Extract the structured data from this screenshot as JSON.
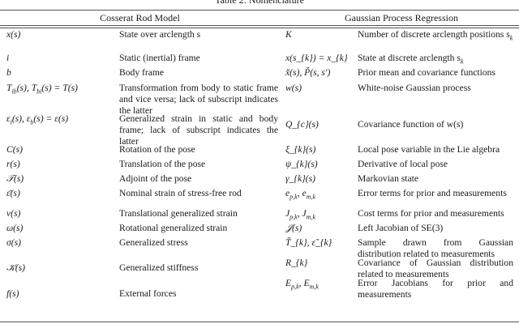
{
  "caption": "Table 2: Nomenclature",
  "headers": {
    "left": "Cosserat Rod Model",
    "right": "Gaussian Process Regression"
  },
  "left_rows": [
    {
      "symbol": "x(s)",
      "description": "State over arclength s"
    },
    {
      "symbol": "i",
      "description": "Static (inertial) frame"
    },
    {
      "symbol": "b",
      "description": "Body frame"
    },
    {
      "symbol": "T_{ib}(s), T_{bi}(s) = T(s)",
      "description": "Transformation from body to static frame and vice versa; lack of subscript indicates the latter"
    },
    {
      "symbol": "ε_{i}(s), ε_{b}(s) = ε(s)",
      "description": "Generalized strain in static and body frame; lack of subscript indicates the latter"
    },
    {
      "symbol": "C(s)",
      "description": "Rotation of the pose"
    },
    {
      "symbol": "r(s)",
      "description": "Translation of the pose"
    },
    {
      "symbol": "𝒯(s)",
      "description": "Adjoint of the pose"
    },
    {
      "symbol": "ε̄(s)",
      "description": "Nominal strain of stress-free rod"
    },
    {
      "symbol": "ν(s)",
      "description": "Translational generalized strain"
    },
    {
      "symbol": "ω(s)",
      "description": "Rotational generalized strain"
    },
    {
      "symbol": "σ(s)",
      "description": "Generalized stress"
    },
    {
      "symbol": "𝒦(s)",
      "description": "Generalized stiffness"
    },
    {
      "symbol": "f(s)",
      "description": "External forces"
    }
  ],
  "right_rows": [
    {
      "symbol": "K",
      "description": "Number of discrete arclength positions s_{k}"
    },
    {
      "symbol": "x(s_{k}) = x_{k}",
      "description": "State at discrete arclength s_{k}"
    },
    {
      "symbol": "x̌(s), P̌(s, s′)",
      "description": "Prior mean and covariance functions"
    },
    {
      "symbol": "w(s)",
      "description": "White-noise Gaussian process"
    },
    {
      "symbol": "Q_{c}(s)",
      "description": "Covariance function of w(s)"
    },
    {
      "symbol": "ξ_{k}(s)",
      "description": "Local pose variable in the Lie algebra"
    },
    {
      "symbol": "ψ_{k}(s)",
      "description": "Derivative of local pose"
    },
    {
      "symbol": "γ_{k}(s)",
      "description": "Markovian state"
    },
    {
      "symbol": "e_{p,k}, e_{m,k}",
      "description": "Error terms for prior and measurements"
    },
    {
      "symbol": "J_{p,k}, J_{m,k}",
      "description": "Cost terms for prior and measurements"
    },
    {
      "symbol": "𝒥(s)",
      "description": "Left Jacobian of SE(3)"
    },
    {
      "symbol": "T̃_{k}, ε̃_{k}",
      "description": "Sample drawn from Gaussian distribution related to measurements"
    },
    {
      "symbol": "R_{k}",
      "description": "Covariance of Gaussian distribution related to measurements"
    },
    {
      "symbol": "E_{p,k}, E_{m,k}",
      "description": "Error Jacobians for prior and measurements"
    }
  ]
}
